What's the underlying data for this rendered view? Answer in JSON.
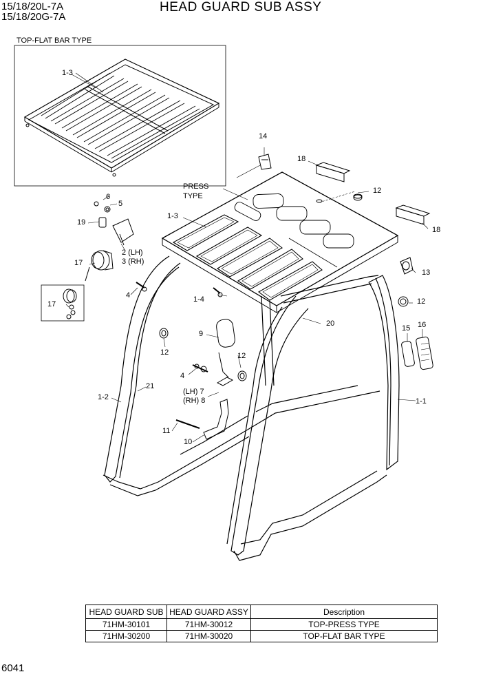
{
  "header": {
    "model_line1": "15/18/20L-7A",
    "model_line2": "15/18/20G-7A",
    "title": "HEAD GUARD SUB ASSY"
  },
  "inset": {
    "label": "TOP-FLAT BAR TYPE",
    "callout": "1-3"
  },
  "press_type_label": [
    "PRESS",
    "TYPE"
  ],
  "callouts": {
    "c1_1": "1-1",
    "c1_2": "1-2",
    "c1_3": "1-3",
    "c1_4": "1-4",
    "c2": "2 (LH)",
    "c3": "3 (RH)",
    "c4a": "4",
    "c4b": "4",
    "c5": "5",
    "c6": "6",
    "c7": "(LH) 7",
    "c8": "(RH) 8",
    "c9": "9",
    "c10": "10",
    "c11": "11",
    "c12a": "12",
    "c12b": "12",
    "c12c": "12",
    "c12d": "12",
    "c13": "13",
    "c14": "14",
    "c15": "15",
    "c16": "16",
    "c17a": "17",
    "c17b": "17",
    "c18a": "18",
    "c18b": "18",
    "c19": "19",
    "c20": "20",
    "c21": "21"
  },
  "parts_table": {
    "headers": [
      "HEAD GUARD SUB",
      "HEAD GUARD ASSY",
      "Description"
    ],
    "rows": [
      [
        "71HM-30101",
        "71HM-30012",
        "TOP-PRESS TYPE"
      ],
      [
        "71HM-30200",
        "71HM-30020",
        "TOP-FLAT BAR TYPE"
      ]
    ]
  },
  "page_number": "6041"
}
